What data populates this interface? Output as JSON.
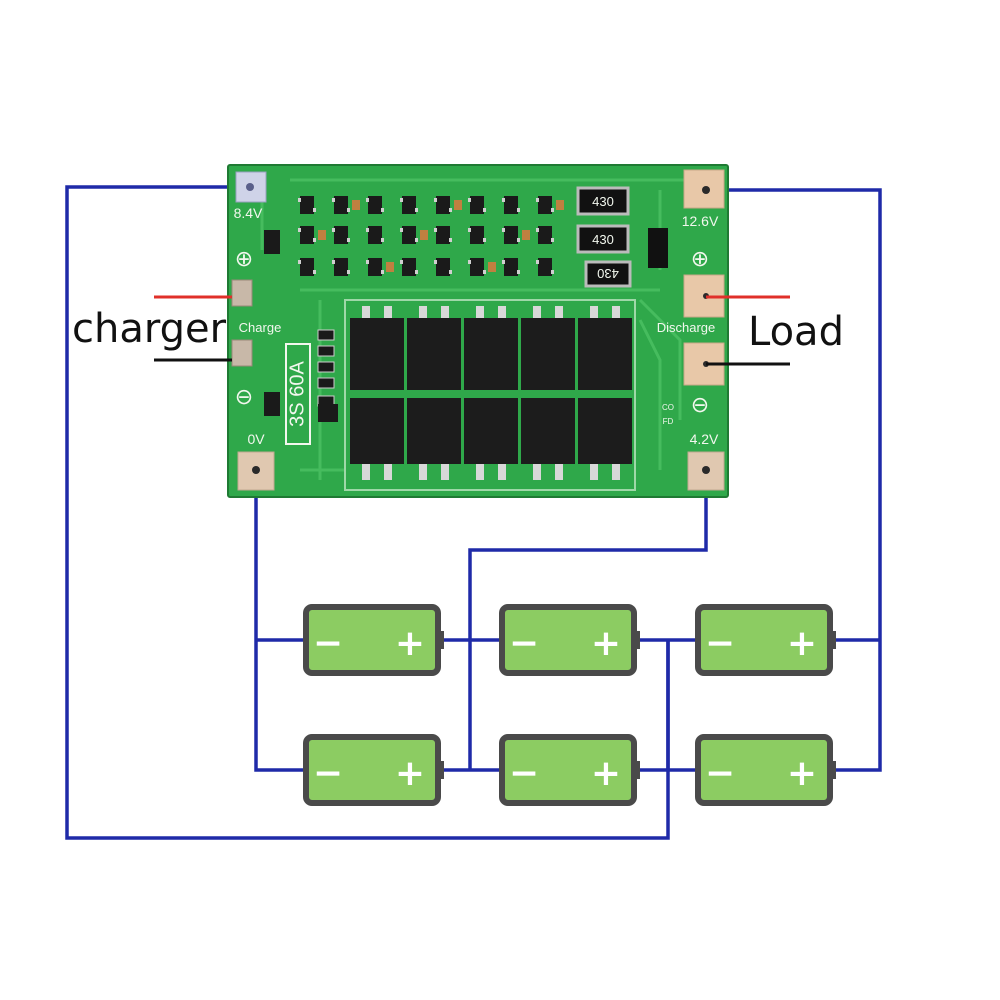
{
  "labels": {
    "charger": "charger",
    "load": "Load"
  },
  "board": {
    "model": "3S 60A",
    "pad_b_plus": "8.4V",
    "pad_p_plus": "12.6V",
    "pad_charge": "Charge",
    "pad_discharge": "Discharge",
    "pad_b_minus": "0V",
    "pad_b1": "4.2V",
    "resistor_1": "430",
    "resistor_2": "430",
    "resistor_3": "430",
    "plus_symbol": "⊕",
    "minus_symbol": "⊖",
    "small_label_1": "CO",
    "small_label_2": "FD"
  },
  "battery": {
    "minus_sign": "−",
    "plus_sign": "+"
  },
  "colors": {
    "wire": "#1f2aa8",
    "board": "#2fa84a",
    "battery_body": "#8ccc62",
    "positive_lead": "#e0302a",
    "negative_lead": "#111111"
  },
  "icons": [
    "plus-icon",
    "minus-icon"
  ]
}
